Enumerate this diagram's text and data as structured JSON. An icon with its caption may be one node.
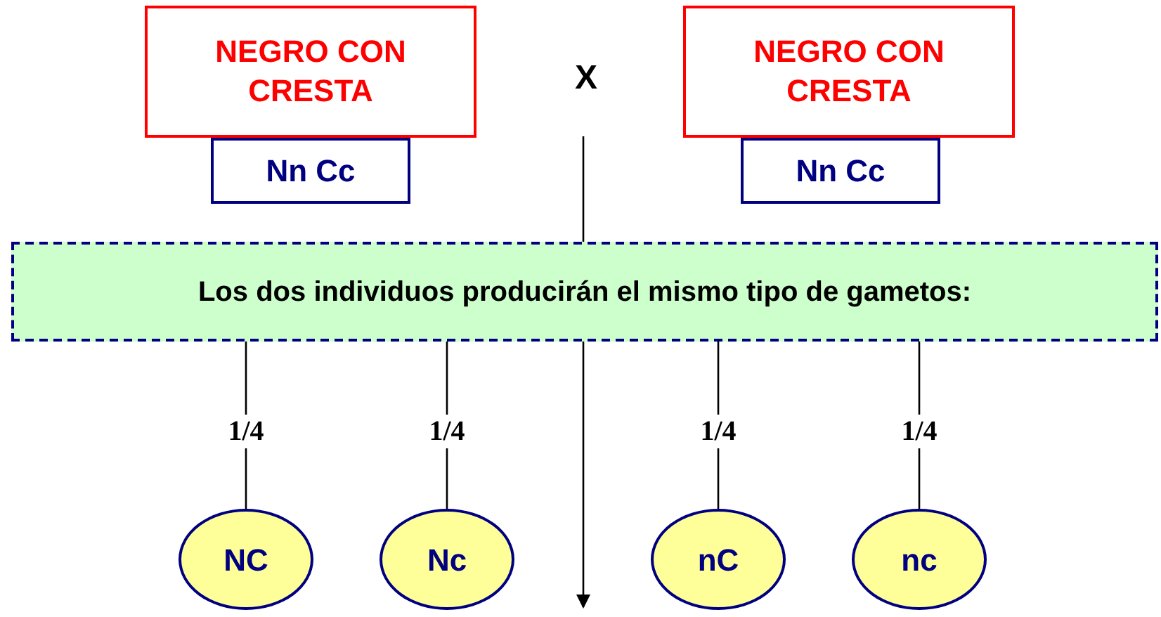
{
  "diagram": {
    "nodes": [
      {
        "text": [
          "NEGRO CON CRESTA"
        ]
      },
      {
        "text": [
          "Nn Cc"
        ]
      },
      {
        "text": [
          "NEGRO CON CRESTA"
        ]
      },
      {
        "text": [
          "Nn Cc"
        ]
      },
      {
        "text": [
          "Los dos individuos producirán el mismo tipo de gametos:"
        ]
      },
      {
        "text": [
          "NC"
        ]
      },
      {
        "text": [
          "Nc"
        ]
      },
      {
        "text": [
          "nC"
        ]
      },
      {
        "text": [
          "nc"
        ]
      }
    ],
    "edges": [
      {
        "from": null,
        "to": 4,
        "arrow": "none"
      },
      {
        "from": 4,
        "to": null,
        "arrow": "to"
      },
      {
        "from": 4,
        "to": 5,
        "arrow": "none",
        "label": "1/4"
      },
      {
        "from": 4,
        "to": 6,
        "arrow": "none",
        "label": "1/4"
      },
      {
        "from": 4,
        "to": 7,
        "arrow": "none",
        "label": "1/4"
      },
      {
        "from": 4,
        "to": 8,
        "arrow": "none",
        "label": "1/4"
      }
    ],
    "labels": [
      "X"
    ]
  }
}
